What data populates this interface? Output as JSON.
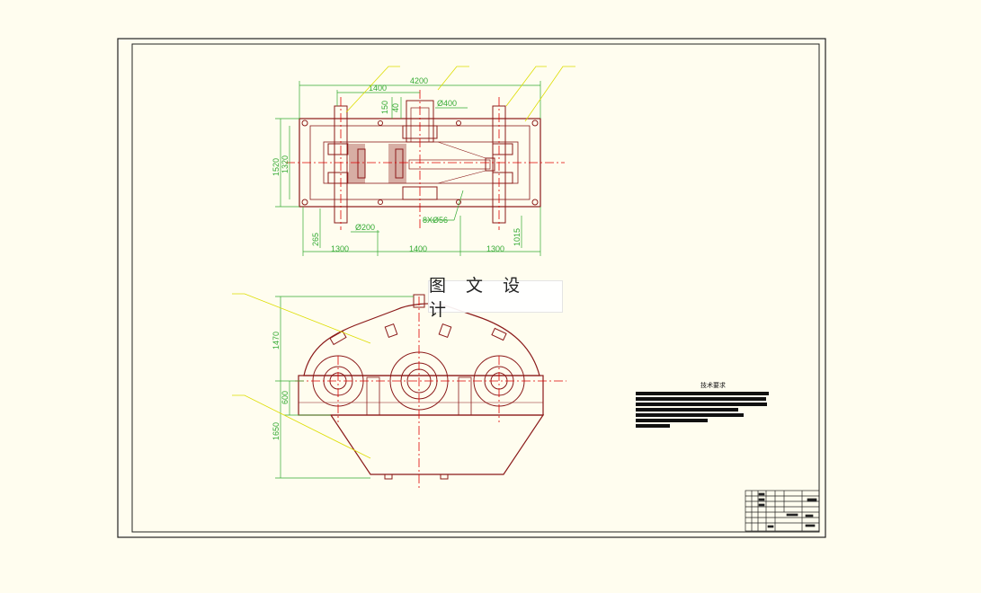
{
  "watermark": {
    "text": "图 文 设 计"
  },
  "technical_requirements": {
    "title": "技术要求",
    "lines": [
      "",
      "",
      "",
      "",
      "",
      "",
      ""
    ]
  },
  "top_view_dimensions": {
    "overall_length": "4200",
    "input_offset": "1400",
    "shaft_150": "150",
    "shaft_40": "40",
    "bore_diameter": "Ø400",
    "height_1520": "1520",
    "height_1320": "1320",
    "bolt_holes": "8XØ56",
    "shaft_200": "Ø200",
    "offset_265": "265",
    "span_left": "1300",
    "span_mid": "1400",
    "span_right": "1300",
    "offset_1015": "1015"
  },
  "front_view_dimensions": {
    "height_1470": "1470",
    "height_600": "600",
    "height_1650": "1650"
  },
  "colors": {
    "background": "#fffdef",
    "outline": "#8b1a1a",
    "centerline": "#e00000",
    "dimension": "#33aa33",
    "leader": "#dddd00"
  }
}
